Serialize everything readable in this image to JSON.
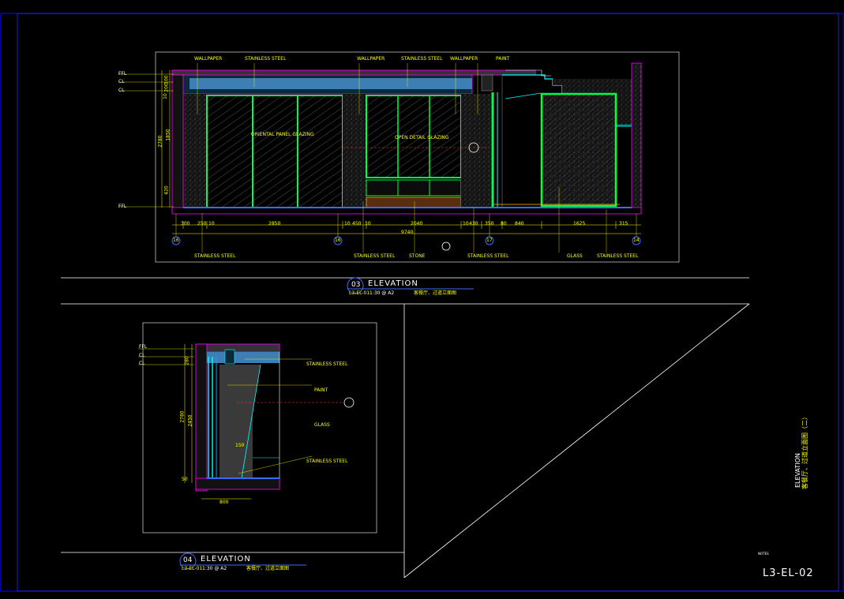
{
  "sheet": {
    "number": "L3-EL-02",
    "vertical_title_en": "ELEVATION",
    "vertical_title_cn": "客餐厅、过道立面图（二）",
    "small_note": "NOTES"
  },
  "elev03": {
    "num": "03",
    "title": "ELEVATION",
    "ref": "L3-EL-01",
    "scale": "1:30 @ A2",
    "desc": "客餐厅、过道立面图",
    "level_labels": [
      "FFL",
      "CL",
      "CL",
      "FFL"
    ],
    "dims_vert": [
      "2780",
      "1850",
      "420",
      "100",
      "200",
      "10"
    ],
    "dims_horiz": [
      "300",
      "250",
      "10",
      "2850",
      "10",
      "450",
      "10",
      "2040",
      "10",
      "430",
      "350",
      "80",
      "840",
      "1625",
      "315"
    ],
    "overall": "9740",
    "grid": [
      "16",
      "16",
      "17",
      "14"
    ],
    "callouts_top": [
      "WALLPAPER",
      "STAINLESS STEEL",
      "WALLPAPER",
      "STAINLESS STEEL",
      "WALLPAPER",
      "PAINT"
    ],
    "callouts_bottom": [
      "STAINLESS STEEL",
      "STAINLESS STEEL",
      "STONE",
      "STAINLESS STEEL",
      "GLASS",
      "STAINLESS STEEL"
    ],
    "notes": [
      "ORIENTAL PANEL GLAZING",
      "OPEN DETAIL GLAZING"
    ]
  },
  "elev04": {
    "num": "04",
    "title": "ELEVATION",
    "ref": "L3-EL-01",
    "scale": "1:30 @ A2",
    "desc": "客餐厅、过道立面图",
    "dims": [
      "2780",
      "2450",
      "280",
      "50",
      "800",
      "150"
    ],
    "callouts": [
      "STAINLESS STEEL",
      "PAINT",
      "STAINLESS STEEL",
      "GLASS"
    ]
  },
  "colors": {
    "frame": "#0000ff",
    "wall_fill": "#111111",
    "glass": "#00ff44",
    "cyan": "#00ffff",
    "yellow": "#ffff00",
    "magenta": "#ff00ff"
  }
}
